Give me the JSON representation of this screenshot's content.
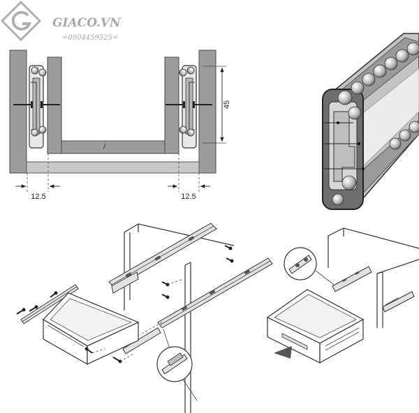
{
  "watermark": {
    "brand": "GIACO.VN",
    "phone": "=0904459525="
  },
  "dimensions": {
    "left_gap": "12.5",
    "right_gap": "12.5",
    "height": "45"
  },
  "icons": {
    "logo": "giaco-diamond-logo-icon",
    "pull_direction": "triangle-arrow-icon"
  }
}
